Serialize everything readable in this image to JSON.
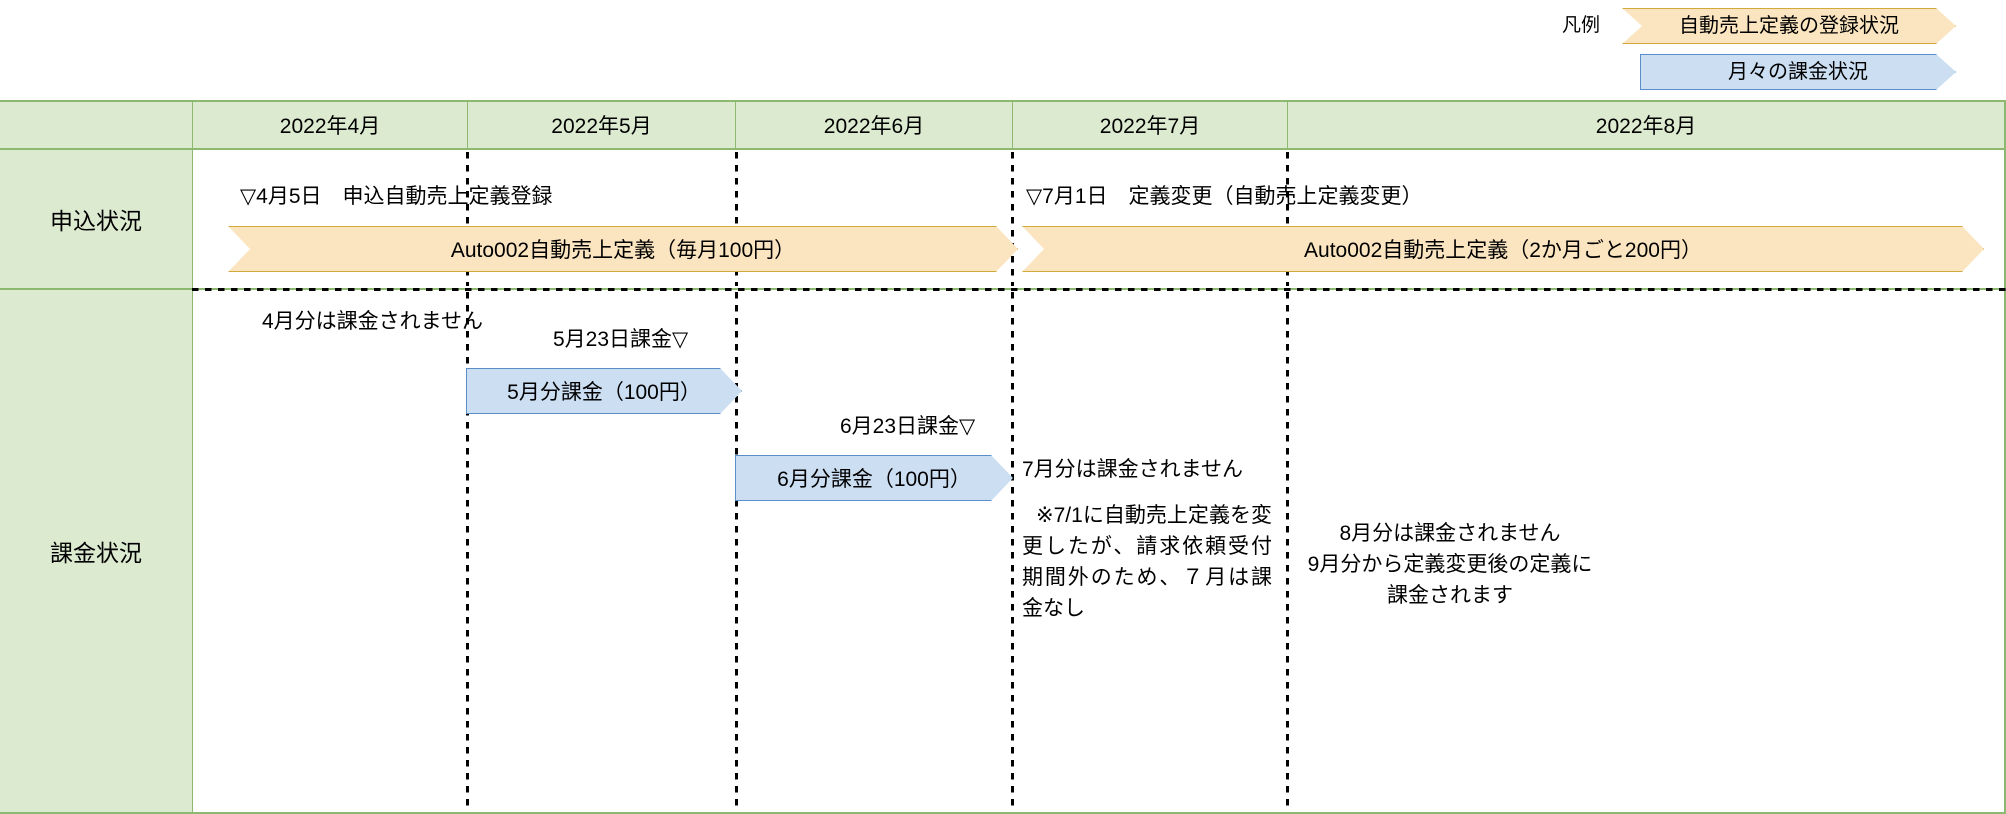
{
  "legend": {
    "label": "凡例",
    "items": [
      {
        "text": "自動売上定義の登録状況",
        "color": "#fbe5c0",
        "border": "#d4a93c"
      },
      {
        "text": "月々の課金状況",
        "color": "#ccdef2",
        "border": "#5b8fc9"
      }
    ]
  },
  "table": {
    "corner_label": "",
    "columns": [
      "2022年4月",
      "2022年5月",
      "2022年6月",
      "2022年7月",
      "2022年8月"
    ],
    "rows": [
      {
        "label": "申込状況"
      },
      {
        "label": "課金状況"
      }
    ]
  },
  "application_row": {
    "notes": [
      "▽4月5日　申込自動売上定義登録",
      "▽7月1日　定義変更（自動売上定義変更）"
    ],
    "bars": [
      "Auto002自動売上定義（毎月100円）",
      "Auto002自動売上定義（2か月ごと200円）"
    ]
  },
  "billing_row": {
    "notes": [
      "4月分は課金されません",
      "5月23日課金▽",
      "6月23日課金▽",
      "7月分は課金されません",
      "※7/1に自動売上定義を変更したが、請求依頼受付期間外のため、７月は課金なし",
      "8月分は課金されません\n9月分から定義変更後の定義に課金されます"
    ],
    "bars": [
      "5月分課金（100円）",
      "6月分課金（100円）"
    ]
  },
  "colors": {
    "header_fill": "#dcead0",
    "grid_line": "#8cb96f",
    "orange_fill": "#fbe5c0",
    "orange_border": "#d4a93c",
    "blue_fill": "#ccdef2",
    "blue_border": "#5b8fc9"
  }
}
